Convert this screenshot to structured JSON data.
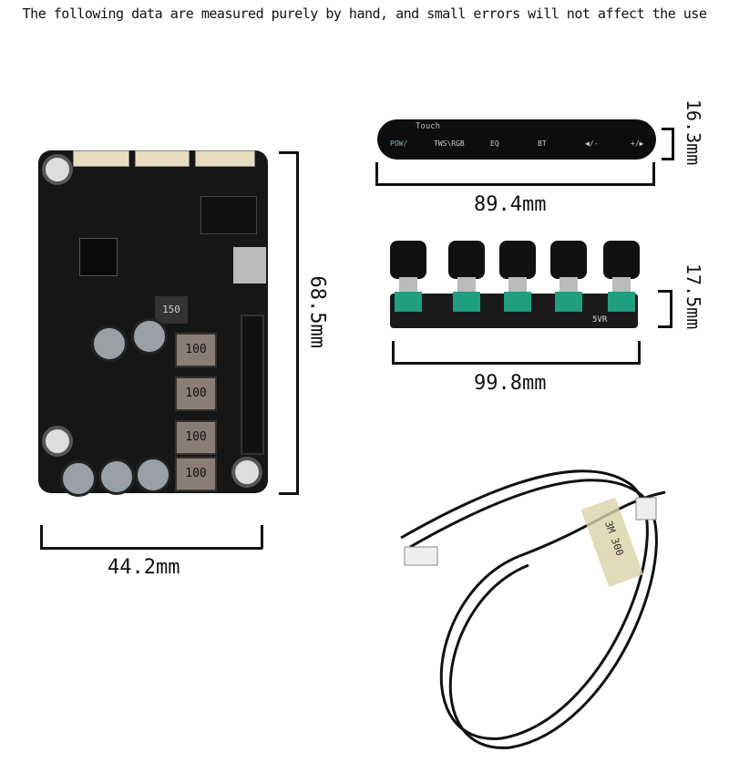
{
  "title": "The following data are measured purely by hand, and small errors will not affect the use",
  "dimensions": {
    "board_height": "68.5mm",
    "board_width": "44.2mm",
    "touch_width": "89.4mm",
    "touch_height": "16.3mm",
    "knob_width": "99.8mm",
    "knob_height": "17.5mm"
  },
  "touch_panel": {
    "brand": "Touch",
    "labels": [
      "POW/",
      "TWS\\RGB",
      "EQ",
      "BT",
      "◀/-",
      "+/▶"
    ]
  },
  "knob_board": {
    "label": "5VR"
  },
  "board": {
    "inductor_label": "100",
    "cap_label": "150"
  },
  "cable": {
    "tape_label": "3M 300"
  }
}
